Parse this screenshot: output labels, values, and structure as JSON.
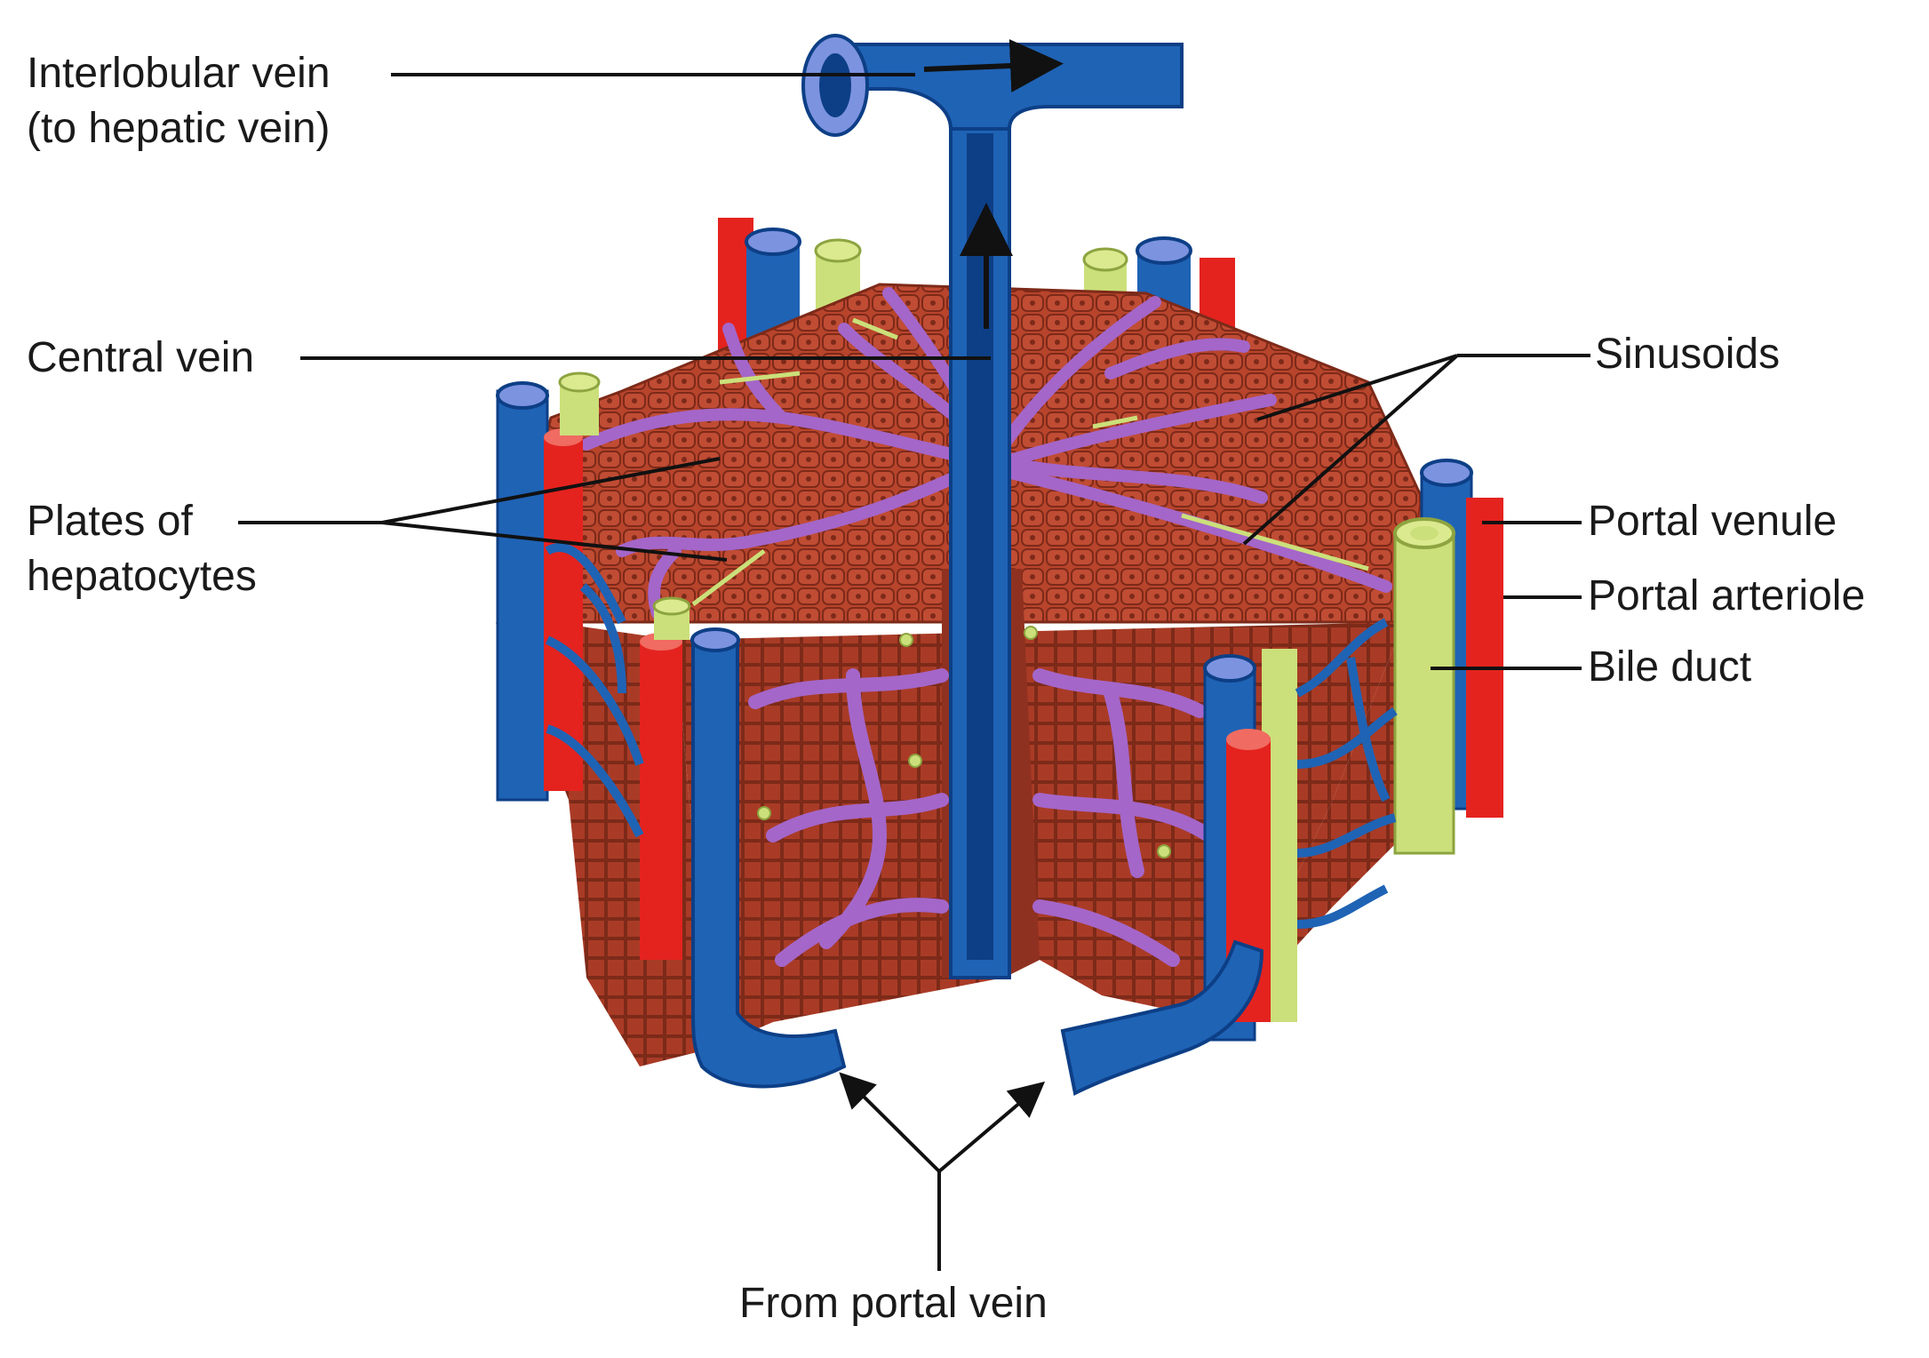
{
  "labels": {
    "interlobular_line1": "Interlobular vein",
    "interlobular_line2": "(to hepatic vein)",
    "central_vein": "Central vein",
    "plates_line1": "Plates of",
    "plates_line2": "hepatocytes",
    "sinusoids": "Sinusoids",
    "portal_venule": "Portal venule",
    "portal_arteriole": "Portal arteriole",
    "bile_duct": "Bile duct",
    "from_portal_vein": "From portal vein"
  },
  "colors": {
    "vein": "#1f63b5",
    "vein_dark": "#0d3f86",
    "vein_light": "#7c93e0",
    "arteriole": "#e4231f",
    "bile_duct": "#cbe07a",
    "hepatocyte": "#b8442c",
    "hepatocyte_dark": "#7d2a19",
    "sinusoid": "#a466c9",
    "leader_line": "#111111"
  }
}
